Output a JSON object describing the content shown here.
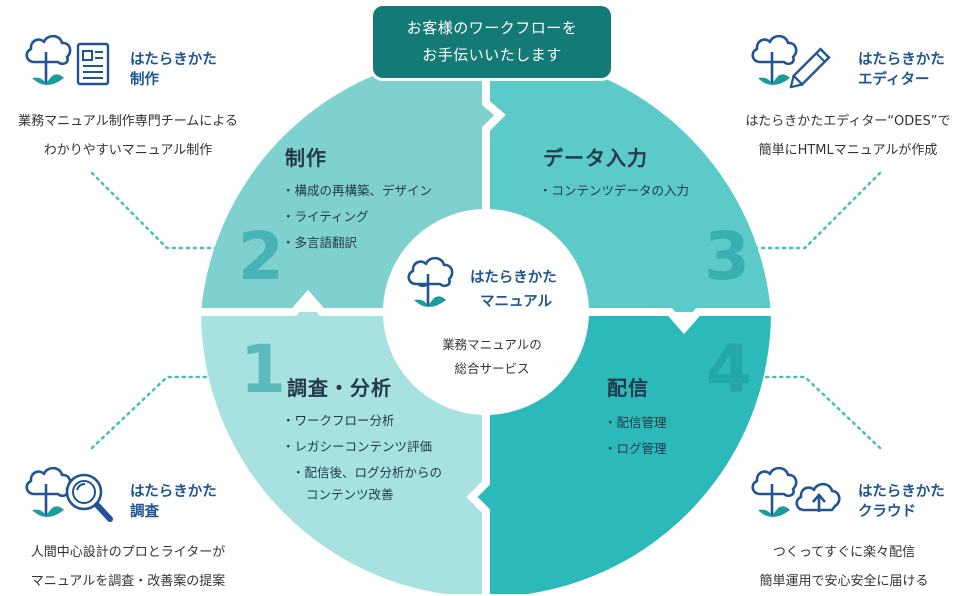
{
  "banner": {
    "line1": "お客様のワークフローを",
    "line2": "お手伝いいたします"
  },
  "center": {
    "brand_line1": "はたらきかた",
    "brand_line2": "マニュアル",
    "desc_line1": "業務マニュアルの",
    "desc_line2": "総合サービス"
  },
  "quadrants": {
    "q2": {
      "number": "2",
      "title": "制作",
      "items": [
        "構成の再構築、デザイン",
        "ライティング",
        "多言語翻訳"
      ]
    },
    "q3": {
      "number": "3",
      "title": "データ入力",
      "items": [
        "コンテンツデータの入力"
      ]
    },
    "q1": {
      "number": "1",
      "title": "調査・分析",
      "items": [
        "ワークフロー分析",
        "レガシーコンテンツ評価",
        "配信後、ログ分析からの",
        "コンテンツ改善"
      ]
    },
    "q4": {
      "number": "4",
      "title": "配信",
      "items": [
        "配信管理",
        "ログ管理"
      ]
    }
  },
  "services": {
    "seisaku": {
      "title1": "はたらきかた",
      "title2": "制作",
      "desc1": "業務マニュアル制作専門チームによる",
      "desc2": "わかりやすいマニュアル制作",
      "icon": "document-icon"
    },
    "editor": {
      "title1": "はたらきかた",
      "title2": "エディター",
      "desc1": "はたらきかたエディター“ODES”で",
      "desc2": "簡単にHTMLマニュアルが作成",
      "icon": "pencil-icon"
    },
    "chosa": {
      "title1": "はたらきかた",
      "title2": "調査",
      "desc1": "人間中心設計のプロとライターが",
      "desc2": "マニュアルを調査・改善案の提案",
      "icon": "magnifier-icon"
    },
    "cloud": {
      "title1": "はたらきかた",
      "title2": "クラウド",
      "desc1": "つくってすぐに楽々配信",
      "desc2": "簡単運用で安心安全に届ける",
      "icon": "cloud-upload-icon"
    }
  },
  "colors": {
    "q2": "#7fd1cf",
    "q3": "#5ccac9",
    "q1": "#a8e2e0",
    "q4": "#2bb9b9",
    "banner": "#137a76",
    "brand_blue": "#1f5592",
    "dotted": "#47bfb9"
  }
}
